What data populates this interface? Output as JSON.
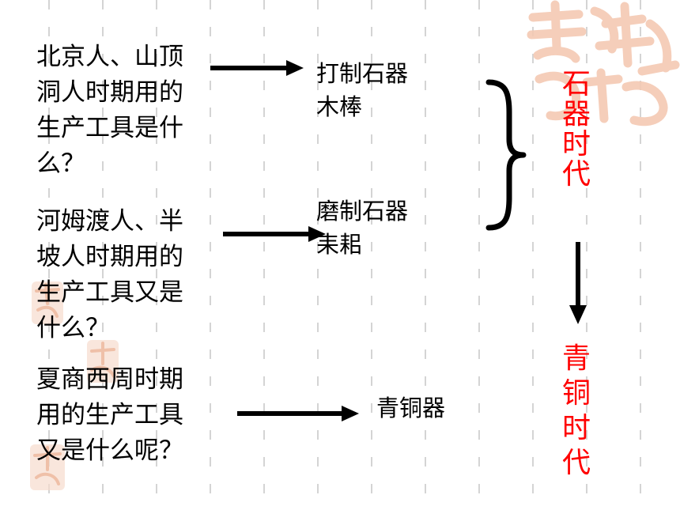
{
  "rows": [
    {
      "question": "北京人、山顶\n洞人时期用的\n生产工具是什\n么？",
      "tools": "打制石器\n木棒"
    },
    {
      "question": "河姆渡人、半\n坡人时期用的\n生产工具又是\n什么？",
      "tools": "磨制石器\n耒耜"
    },
    {
      "question": "夏商西周时期\n用的生产工具\n又是什么呢？",
      "tools": "青铜器"
    }
  ],
  "eras": {
    "stone_age": "石器时代",
    "bronze_age": "青铜时代"
  },
  "colors": {
    "text": "#000000",
    "era": "#ff0000",
    "seal": "#f4c9b3",
    "grid": "#d0d0d0"
  }
}
